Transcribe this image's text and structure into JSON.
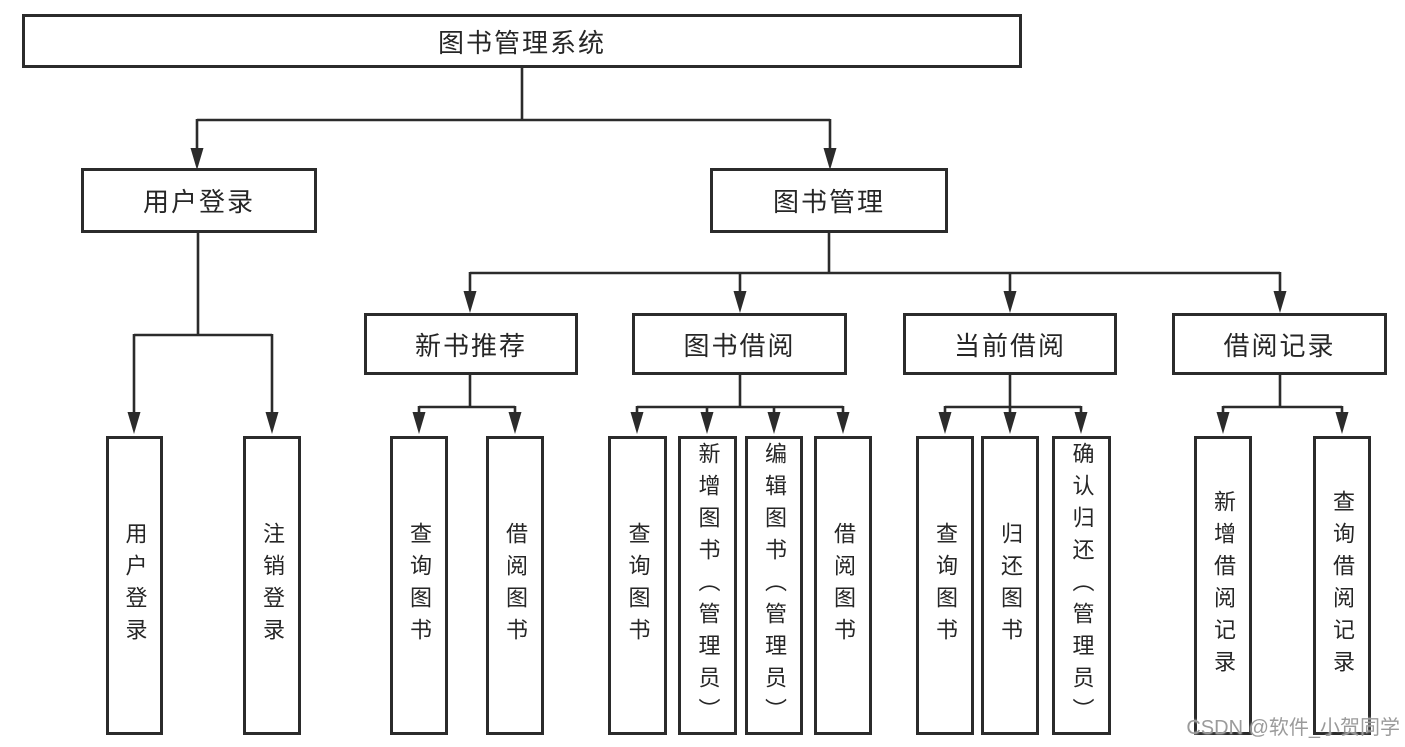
{
  "diagram": {
    "root": {
      "label": "图书管理系统"
    },
    "user_login": {
      "label": "用户登录",
      "children": [
        {
          "label": "用户登录"
        },
        {
          "label": "注销登录"
        }
      ]
    },
    "book_management": {
      "label": "图书管理",
      "groups": [
        {
          "label": "新书推荐",
          "children": [
            {
              "label": "查询图书"
            },
            {
              "label": "借阅图书"
            }
          ]
        },
        {
          "label": "图书借阅",
          "children": [
            {
              "label": "查询图书"
            },
            {
              "label": "新增图书（管理员）"
            },
            {
              "label": "编辑图书（管理员）"
            },
            {
              "label": "借阅图书"
            }
          ]
        },
        {
          "label": "当前借阅",
          "children": [
            {
              "label": "查询图书"
            },
            {
              "label": "归还图书"
            },
            {
              "label": "确认归还（管理员）"
            }
          ]
        },
        {
          "label": "借阅记录",
          "children": [
            {
              "label": "新增借阅记录"
            },
            {
              "label": "查询借阅记录"
            }
          ]
        }
      ]
    },
    "watermark": "CSDN @软件_小贺同学",
    "colors": {
      "line": "#2b2b2b",
      "box_border": "#2b2b2b",
      "text": "#262626",
      "watermark": "#9b9b9b"
    }
  }
}
